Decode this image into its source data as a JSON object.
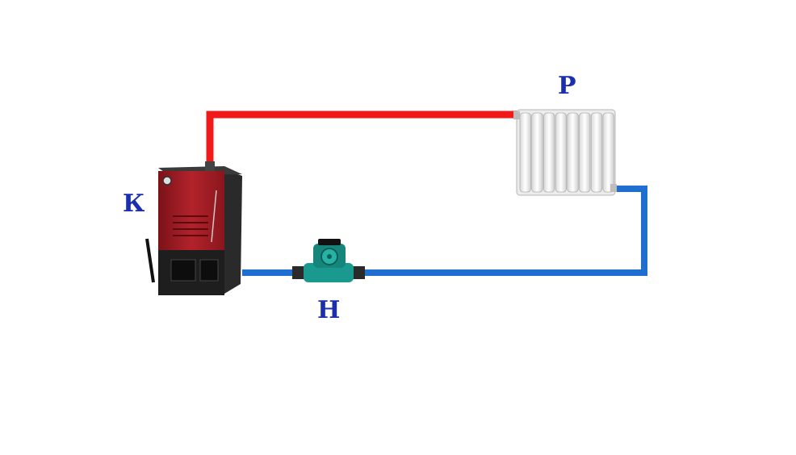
{
  "labels": {
    "boiler": "К",
    "radiator": "Р",
    "pump": "Н"
  },
  "colors": {
    "supply_pipe": "#f01a1a",
    "return_pipe": "#1f6fd0",
    "label": "#1a2fb0",
    "boiler_body": "#9e1c24",
    "pump_body": "#1a9a8e"
  },
  "icons": {
    "boiler": "solid-fuel-boiler-icon",
    "radiator": "sectional-radiator-icon",
    "pump": "circulation-pump-icon"
  }
}
